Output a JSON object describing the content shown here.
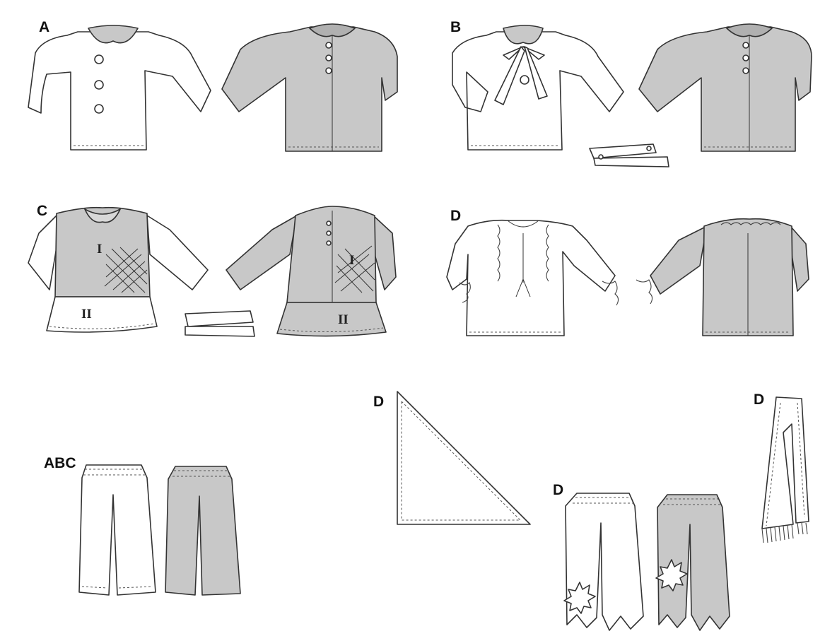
{
  "labels": {
    "view_a": "A",
    "view_b": "B",
    "view_c": "C",
    "view_d_blouse": "D",
    "view_abc_trousers": "ABC",
    "view_d_scarf": "D",
    "view_d_stole": "D",
    "view_d_trousers": "D"
  },
  "panel_marks": {
    "c_front_bodice": "I",
    "c_front_peplum": "II",
    "c_back_bodice": "I",
    "c_back_peplum": "II"
  },
  "colors": {
    "line": "#333333",
    "contrast_fabric": "#c8c8c8",
    "main_fabric": "#ffffff"
  }
}
